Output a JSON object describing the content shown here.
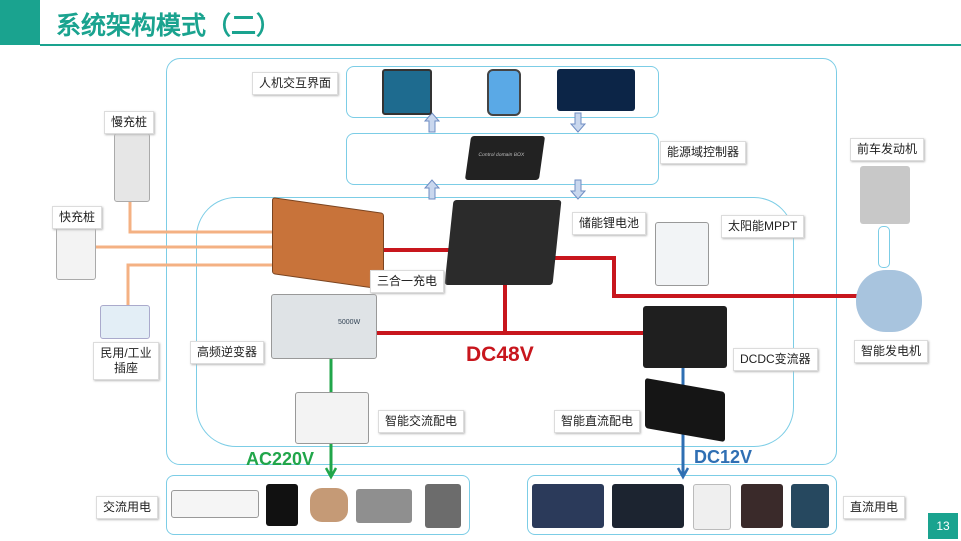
{
  "title": "系统架构模式（二）",
  "page_number": "13",
  "labels": {
    "hmi": "人机交互界面",
    "energy_controller": "能源域控制器",
    "slow_charger": "慢充桩",
    "fast_charger": "快充桩",
    "socket": "民用/工业插座",
    "three_in_one": "三合一充电",
    "battery": "储能锂电池",
    "solar_mppt": "太阳能MPPT",
    "front_engine": "前车发动机",
    "smart_generator": "智能发电机",
    "inverter": "高频逆变器",
    "dcdc": "DCDC变流器",
    "ac_distribution": "智能交流配电",
    "dc_distribution": "智能直流配电",
    "ac_load": "交流用电",
    "dc_load": "直流用电"
  },
  "buses": {
    "dc48": "DC48V",
    "ac220": "AC220V",
    "dc12": "DC12V"
  },
  "device_text": {
    "controller_caption": "Control domain BOX",
    "inverter_caption": "5000W"
  },
  "colors": {
    "brand": "#1aa38f",
    "dc48_line": "#c8161d",
    "ac_line": "#21a64a",
    "dc12_line": "#2f6fb3",
    "charge_line": "#f4b183",
    "frame": "#7ccde6"
  }
}
